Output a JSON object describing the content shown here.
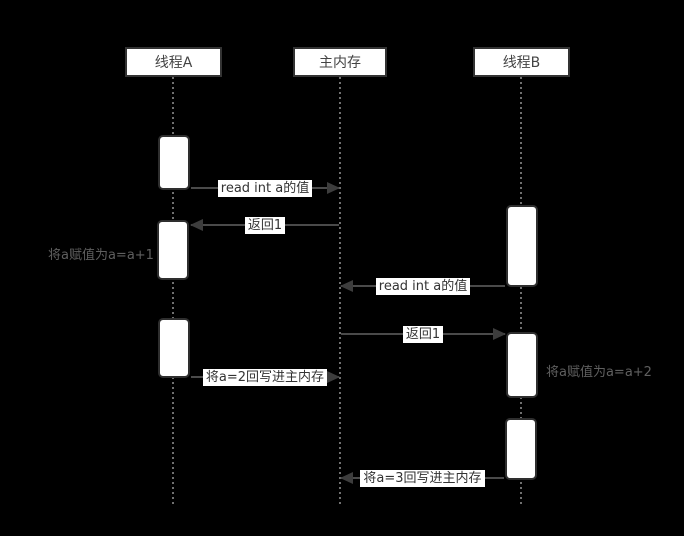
{
  "diagram": {
    "type": "sequence-diagram",
    "participants": [
      {
        "id": "thread-a",
        "label": "线程A"
      },
      {
        "id": "main-memory",
        "label": "主内存"
      },
      {
        "id": "thread-b",
        "label": "线程B"
      }
    ],
    "messages": [
      {
        "label": "read int a的值",
        "from": "线程A",
        "to": "主内存",
        "direction": "right"
      },
      {
        "label": "返回1",
        "from": "主内存",
        "to": "线程A",
        "direction": "left"
      },
      {
        "label": "read int a的值",
        "from": "线程B",
        "to": "主内存",
        "direction": "left"
      },
      {
        "label": "返回1",
        "from": "主内存",
        "to": "线程B",
        "direction": "right"
      },
      {
        "label": "将a=2回写进主内存",
        "from": "线程A",
        "to": "主内存",
        "direction": "right"
      },
      {
        "label": "将a=3回写进主内存",
        "from": "线程B",
        "to": "主内存",
        "direction": "left"
      }
    ],
    "annotations": [
      {
        "label": "将a赋值为a=a+1",
        "side": "left",
        "attached_to": "线程A"
      },
      {
        "label": "将a赋值为a=a+2",
        "side": "right",
        "attached_to": "线程B"
      }
    ],
    "colors": {
      "background": "#000000",
      "box_fill": "#ffffff",
      "box_border": "#333333",
      "arrow_line": "#4a4a4a",
      "label_text": "#333333",
      "annotation_text": "#5f5f5f",
      "lifeline_dots": "#707070"
    }
  }
}
